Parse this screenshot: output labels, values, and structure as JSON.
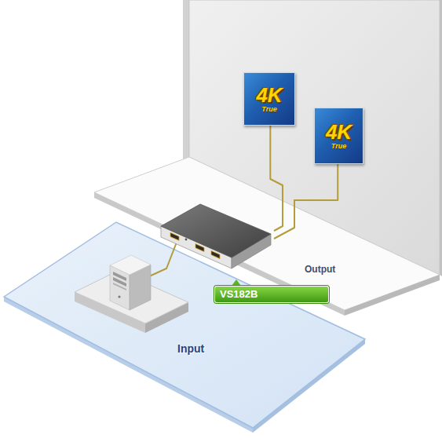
{
  "diagram": {
    "nodes": [
      {
        "text": [
          "4K",
          "True"
        ]
      },
      {
        "text": [
          "4K",
          "True"
        ]
      },
      {
        "text": [
          "VS182B"
        ]
      }
    ],
    "edges": [
      {
        "from": 2,
        "to": 0,
        "arrow": "none"
      },
      {
        "from": 2,
        "to": 1,
        "arrow": "none"
      }
    ],
    "labels": [
      "Output",
      "Input"
    ]
  }
}
